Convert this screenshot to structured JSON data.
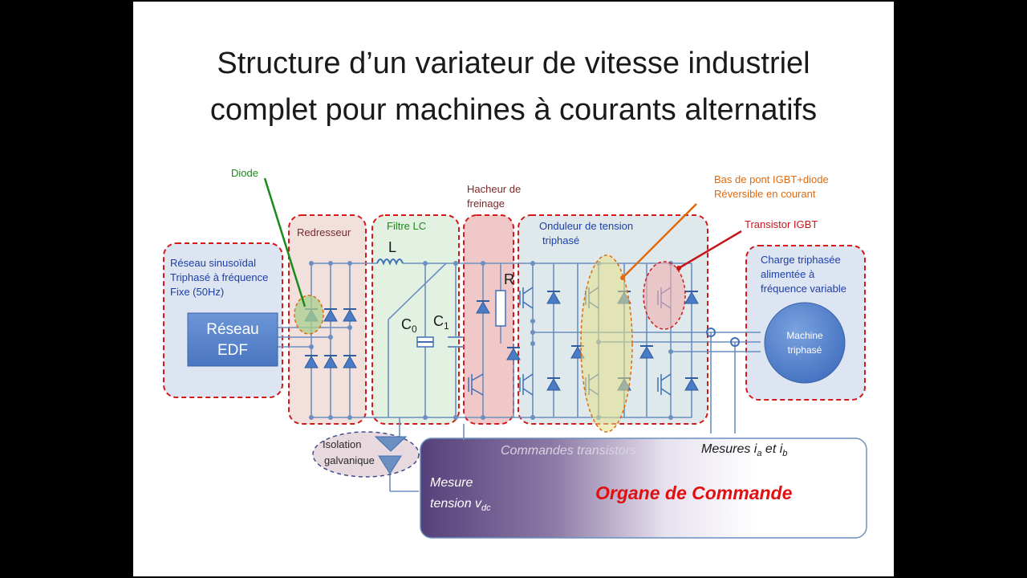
{
  "slide": {
    "title_line1": "Structure d’un variateur de vitesse industriel",
    "title_line2": "complet pour machines à courants alternatifs"
  },
  "diagram": {
    "reseau_block": {
      "caption": [
        "Réseau sinusoïdal",
        "Triphasé à fréquence",
        "Fixe (50Hz)"
      ],
      "box_text": [
        "Réseau",
        "EDF"
      ]
    },
    "redresseur": {
      "label": "Redresseur"
    },
    "filtre": {
      "label": "Filtre LC",
      "inductor": "L",
      "c0": "C",
      "c0_sub": "0",
      "c1": "C",
      "c1_sub": "1"
    },
    "hacheur": {
      "label": [
        "Hacheur de",
        "freinage"
      ],
      "resistor": "R"
    },
    "onduleur": {
      "label": [
        "Onduleur de tension",
        "triphasé"
      ]
    },
    "charge": {
      "caption": [
        "Charge triphasée",
        "alimentée à",
        "fréquence variable"
      ],
      "machine": [
        "Machine",
        "triphasé"
      ]
    },
    "annotations": {
      "diode": "Diode",
      "bas_de_pont": [
        "Bas de pont IGBT+diode",
        "Réversible en courant"
      ],
      "transistor": "Transistor IGBT"
    },
    "isolation": [
      "Isolation",
      "galvanique"
    ],
    "commande": {
      "title": "Organe de Commande",
      "commandes_transistors": "Commandes transistors",
      "mesures_prefix": "Mesures ",
      "mesures_ia": "i",
      "mesures_ia_sub": "a",
      "mesures_et": " et ",
      "mesures_ib": "i",
      "mesures_ib_sub": "b",
      "mesure_tension_l1": "Mesure",
      "mesure_tension_l2": "tension v",
      "mesure_tension_sub": "dc"
    },
    "colors": {
      "dash_red": "#d21a1a",
      "wire": "#6b8fc0",
      "component": "#3f6fb5",
      "diode_label": "#1b8a1b",
      "orange": "#e06a10",
      "transistor_label": "#c8151b",
      "caption_blue": "#1d3fa8",
      "command_red": "#e01010"
    }
  }
}
